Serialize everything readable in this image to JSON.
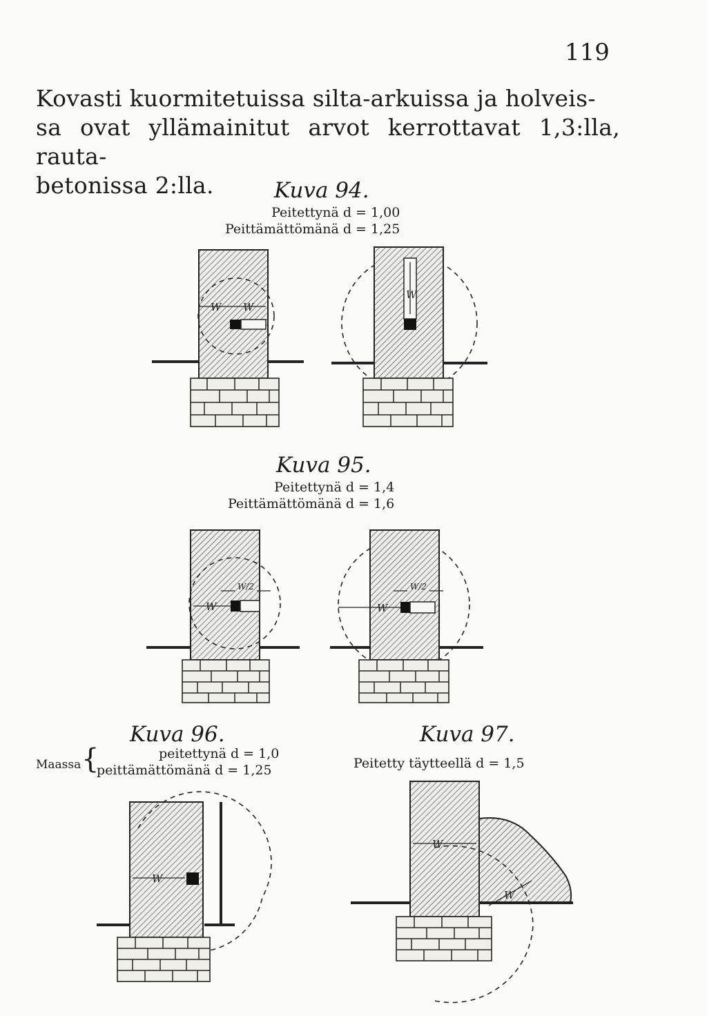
{
  "page": {
    "number": "119"
  },
  "paragraph": {
    "lines": [
      "Kovasti kuormitetuissa silta-arkuissa ja holveis-",
      "sa ovat yllämainitut arvot kerrottavat 1,3:lla, rauta-",
      "betonissa 2:lla."
    ]
  },
  "figures": {
    "kuva94": {
      "caption": "Kuva 94.",
      "line1": "Peitettynä d = 1,00",
      "line2": "Peittämättömänä d = 1,25",
      "label": "W"
    },
    "kuva95": {
      "caption": "Kuva 95.",
      "line1": "Peitettynä d = 1,4",
      "line2": "Peittämättömänä d = 1,6",
      "label": "W",
      "half_label": "W/2"
    },
    "kuva96": {
      "caption": "Kuva 96.",
      "prefix": "Maassa",
      "line1": "peitettynä d = 1,0",
      "line2": "peittämättömänä d = 1,25",
      "label": "W"
    },
    "kuva97": {
      "caption": "Kuva 97.",
      "line1": "Peitetty täytteellä d = 1,5",
      "label": "W"
    }
  }
}
